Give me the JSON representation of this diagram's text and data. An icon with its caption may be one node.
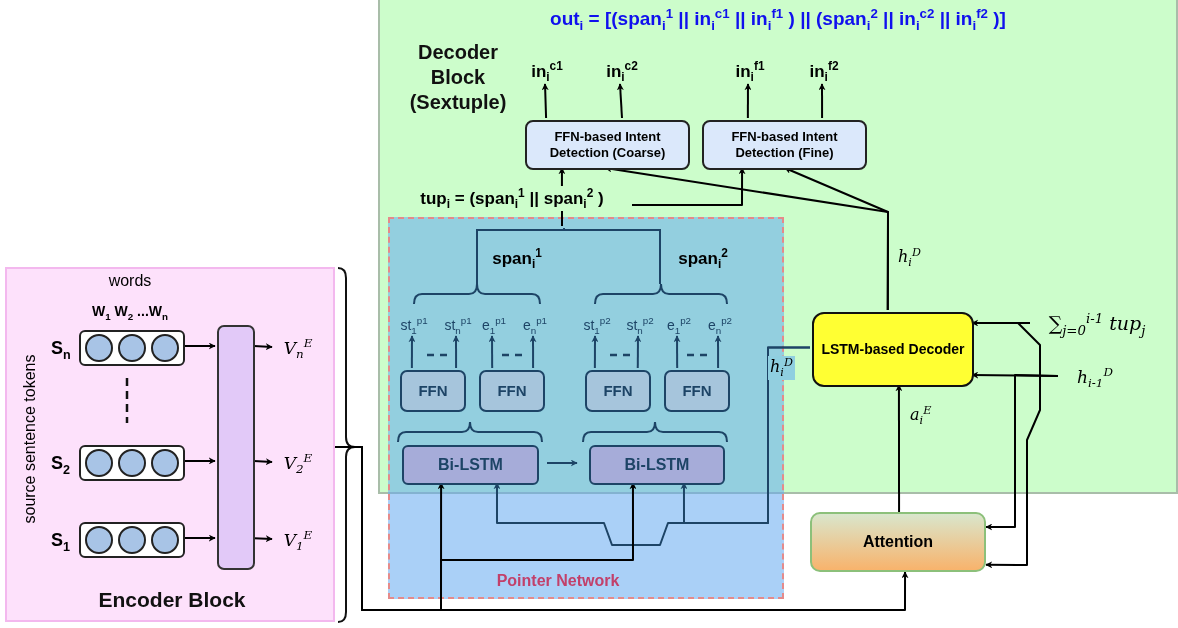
{
  "diagram": {
    "title": "out$_{i}$ = [(span$_{i}$$^{1}$ || in$_{i}$$^{c1}$ || in$_{i}$$^{f1}$ ) || (span$_{i}$$^{2}$ || in$_{i}$$^{c2}$ || in$_{i}$$^{f2}$ )]",
    "nodes": [
      {
        "text": [
          "Decoder Block (Sextuple)"
        ]
      },
      {
        "text": [
          "FFN-based Intent Detection (Coarse)"
        ],
        "in": 0
      },
      {
        "text": [
          "FFN-based Intent Detection (Fine)"
        ],
        "in": 0
      },
      {
        "text": [
          "in$_{i}$$^{c1}$"
        ],
        "in": 0
      },
      {
        "text": [
          "in$_{i}$$^{c2}$"
        ],
        "in": 0
      },
      {
        "text": [
          "in$_{i}$$^{f1}$"
        ],
        "in": 0
      },
      {
        "text": [
          "in$_{i}$$^{f2}$"
        ],
        "in": 0
      },
      {
        "text": [
          "FFN"
        ],
        "in": 0
      },
      {
        "text": [
          "FFN"
        ],
        "in": 0
      },
      {
        "text": [
          "FFN"
        ],
        "in": 0
      },
      {
        "text": [
          "FFN"
        ],
        "in": 0
      },
      {
        "text": [
          "Bi-LSTM"
        ],
        "in": 0
      },
      {
        "text": [
          "Bi-LSTM"
        ],
        "in": 0
      },
      {
        "text": [
          "st$_{1}$$^{p1}$"
        ],
        "in": 0
      },
      {
        "text": [
          "st$_{n}$$^{p1}$"
        ],
        "in": 0
      },
      {
        "text": [
          "e$_{1}$$^{p1}$"
        ],
        "in": 0
      },
      {
        "text": [
          "e$_{n}$$^{p1}$"
        ],
        "in": 0
      },
      {
        "text": [
          "st$_{1}$$^{p2}$"
        ],
        "in": 0
      },
      {
        "text": [
          "st$_{n}$$^{p2}$"
        ],
        "in": 0
      },
      {
        "text": [
          "e$_{1}$$^{p2}$"
        ],
        "in": 0
      },
      {
        "text": [
          "e$_{n}$$^{p2}$"
        ],
        "in": 0
      },
      {
        "text": [
          "LSTM-based Decoder"
        ],
        "in": 0
      },
      {
        "text": [
          "Attention"
        ]
      },
      {
        "text": [
          "Encoder Block"
        ]
      },
      {
        "text": [],
        "shape": "bar",
        "in": 23
      },
      {
        "text": [],
        "shape": "box",
        "in": 23,
        "beside": [
          "S$_{n}$"
        ]
      },
      {
        "text": [],
        "shape": "box",
        "in": 23,
        "beside": [
          "S$_{2}$"
        ]
      },
      {
        "text": [],
        "shape": "box",
        "in": 23,
        "beside": [
          "S$_{1}$"
        ]
      },
      {
        "text": [
          "V$_{n}$$^{E}$"
        ],
        "in": 23
      },
      {
        "text": [
          "V$_{2}$$^{E}$"
        ],
        "in": 23
      },
      {
        "text": [
          "V$_{1}$$^{E}$"
        ],
        "in": 23
      },
      {
        "text": [
          "∑$_{j=0}$$^{i-1}$ tup$_{j}$"
        ],
        "in": 0
      },
      {
        "text": [
          "h$_{i-1}$$^{D}$"
        ],
        "in": 0
      },
      {
        "text": [],
        "shape": "bracket",
        "in": 0
      }
    ],
    "edges": [
      {
        "from": 33,
        "to": 1,
        "arrow": "to"
      },
      {
        "from": 33,
        "to": 2,
        "arrow": "to"
      },
      {
        "from": 21,
        "to": 1,
        "arrow": "to"
      },
      {
        "from": 21,
        "to": 2,
        "arrow": "to",
        "label": "h$_{i}$$^{D}$"
      },
      {
        "from": 1,
        "to": 3,
        "arrow": "to"
      },
      {
        "from": 1,
        "to": 4,
        "arrow": "to"
      },
      {
        "from": 2,
        "to": 5,
        "arrow": "to"
      },
      {
        "from": 2,
        "to": 6,
        "arrow": "to"
      },
      {
        "from": 7,
        "to": 13,
        "arrow": "to",
        "color": "#1d4466"
      },
      {
        "from": 7,
        "to": 14,
        "arrow": "to",
        "color": "#1d4466"
      },
      {
        "from": 8,
        "to": 15,
        "arrow": "to",
        "color": "#1d4466"
      },
      {
        "from": 8,
        "to": 16,
        "arrow": "to",
        "color": "#1d4466"
      },
      {
        "from": 9,
        "to": 17,
        "arrow": "to",
        "color": "#1d4466"
      },
      {
        "from": 9,
        "to": 18,
        "arrow": "to",
        "color": "#1d4466"
      },
      {
        "from": 10,
        "to": 19,
        "arrow": "to",
        "color": "#1d4466"
      },
      {
        "from": 10,
        "to": 20,
        "arrow": "to",
        "color": "#1d4466"
      },
      {
        "from": 11,
        "to": 12,
        "arrow": "to",
        "color": "#1d4466"
      },
      {
        "from": 21,
        "to": 11,
        "arrow": "to",
        "color": "#1d4466",
        "label": "h$_{i}$$^{D}$"
      },
      {
        "from": 21,
        "to": 12,
        "arrow": "to",
        "color": "#1d4466"
      },
      {
        "from": 23,
        "to": 11,
        "arrow": "to"
      },
      {
        "from": 23,
        "to": 12,
        "arrow": "to"
      },
      {
        "from": 23,
        "to": 22,
        "arrow": "to"
      },
      {
        "from": 22,
        "to": 21,
        "arrow": "to",
        "label": "a$_{i}$$^{E}$"
      },
      {
        "from": 31,
        "to": 21,
        "arrow": "to"
      },
      {
        "from": 31,
        "to": 22,
        "arrow": "to"
      },
      {
        "from": 32,
        "to": 21,
        "arrow": "to"
      },
      {
        "from": 32,
        "to": 22,
        "arrow": "to"
      },
      {
        "from": 25,
        "to": 24,
        "arrow": "to"
      },
      {
        "from": 26,
        "to": 24,
        "arrow": "to"
      },
      {
        "from": 27,
        "to": 24,
        "arrow": "to"
      },
      {
        "from": 24,
        "to": 28,
        "arrow": "to"
      },
      {
        "from": 24,
        "to": 29,
        "arrow": "to"
      },
      {
        "from": 24,
        "to": 30,
        "arrow": "to"
      }
    ],
    "labels": [
      "tup$_{i}$ = (span$_{i}$$^{1}$ || span$_{i}$$^{2}$ )",
      "span$_{i}$$^{1}$",
      "span$_{i}$$^{2}$",
      "words",
      "W$_{1}$ W$_{2}$ ...W$_{n}$",
      "source sentence tokens",
      "Pointer Network"
    ]
  }
}
